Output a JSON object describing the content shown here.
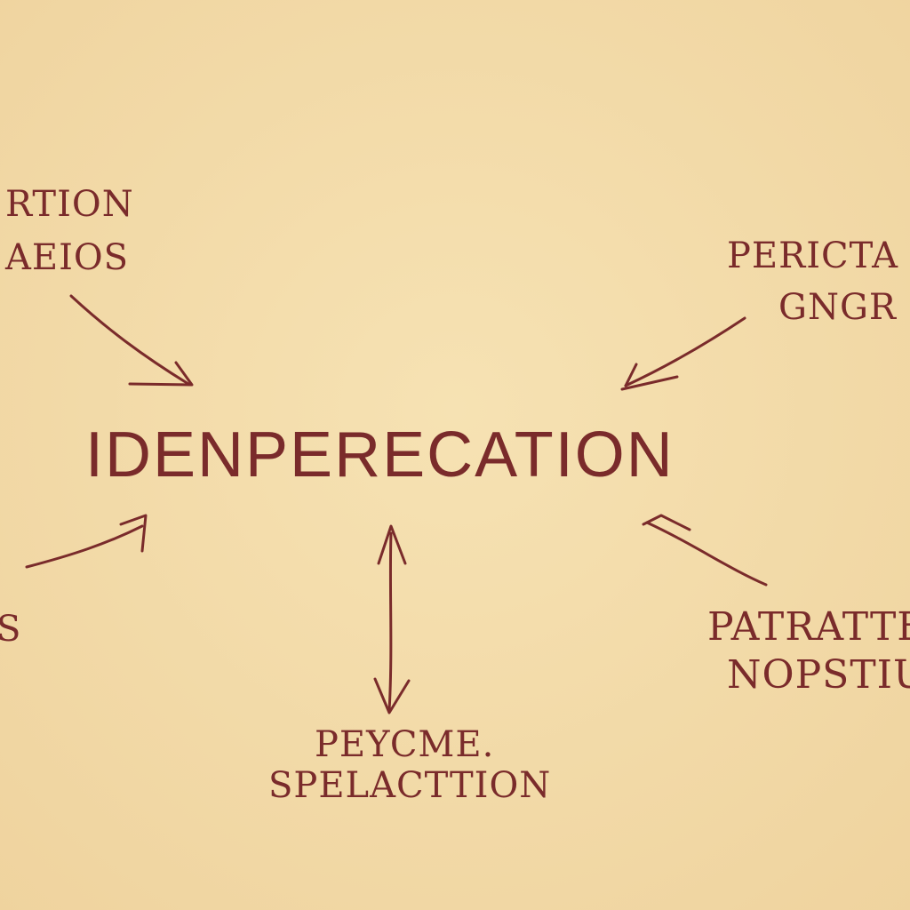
{
  "colors": {
    "paper": "#f3dcaa",
    "ink": "#7a2b2b"
  },
  "nodes": {
    "center": "IDENPERECATION",
    "top_left": {
      "line1": "RTION",
      "line2": "AEIOS"
    },
    "top_right": {
      "line1": "PERICTA",
      "line2": "GNGR"
    },
    "left_edge": "S",
    "bottom_right": {
      "line1": "PATRATTE",
      "line2": "NOPSTIU"
    },
    "bottom": {
      "line1": "PEYCME.",
      "line2": "SPELACTTION"
    }
  }
}
